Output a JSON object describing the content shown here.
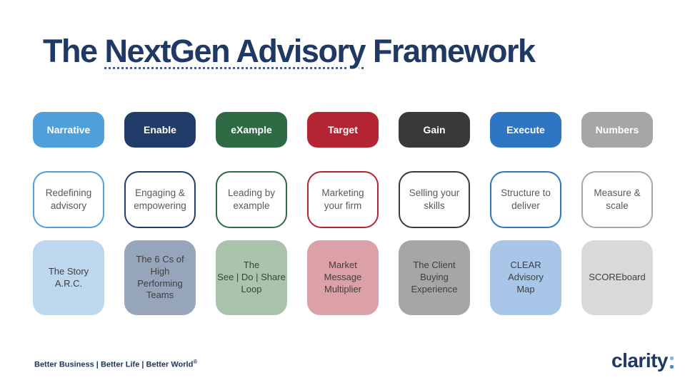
{
  "title": {
    "prefix": "The",
    "highlight": "NextGen Advisory",
    "suffix": "Framework"
  },
  "columns": [
    {
      "pill": "Narrative",
      "color": "#4FA0DA",
      "outline_text": "Redefining\nadvisory",
      "fill_text": "The Story\nA.R.C.",
      "fill_color": "#BDD7EE"
    },
    {
      "pill": "Enable",
      "color": "#1F3D68",
      "outline_text": "Engaging &\nempowering",
      "fill_text": "The 6 Cs of\nHigh\nPerforming\nTeams",
      "fill_color": "#96A5BA"
    },
    {
      "pill": "eXample",
      "color": "#2E6B45",
      "outline_text": "Leading by\nexample",
      "fill_text": "The\nSee | Do | Share\nLoop",
      "fill_color": "#A9C4AB"
    },
    {
      "pill": "Target",
      "color": "#B52433",
      "outline_text": "Marketing\nyour firm",
      "fill_text": "Market\nMessage\nMultiplier",
      "fill_color": "#DBA1A6"
    },
    {
      "pill": "Gain",
      "color": "#3A3838",
      "outline_text": "Selling your\nskills",
      "fill_text": "The Client\nBuying\nExperience",
      "fill_color": "#A6A6A6"
    },
    {
      "pill": "Execute",
      "color": "#2E75C3",
      "outline_text": "Structure to\ndeliver",
      "fill_text": "CLEAR\nAdvisory\nMap",
      "fill_color": "#A7C6E8"
    },
    {
      "pill": "Numbers",
      "color": "#A6A6A6",
      "outline_text": "Measure &\nscale",
      "fill_text": "SCOREboard",
      "fill_color": "#D9D9D9"
    }
  ],
  "footer": {
    "tagline": "Better Business | Better Life | Better World",
    "registered_mark": "®",
    "logo_text": "clarity"
  },
  "theme": {
    "title_color": "#1F3864",
    "outline_text_color": "#595959",
    "fill_text_color": "#3F3F3F",
    "logo_dot_top": "#8FB4D9",
    "logo_dot_bottom": "#4A90C8"
  }
}
